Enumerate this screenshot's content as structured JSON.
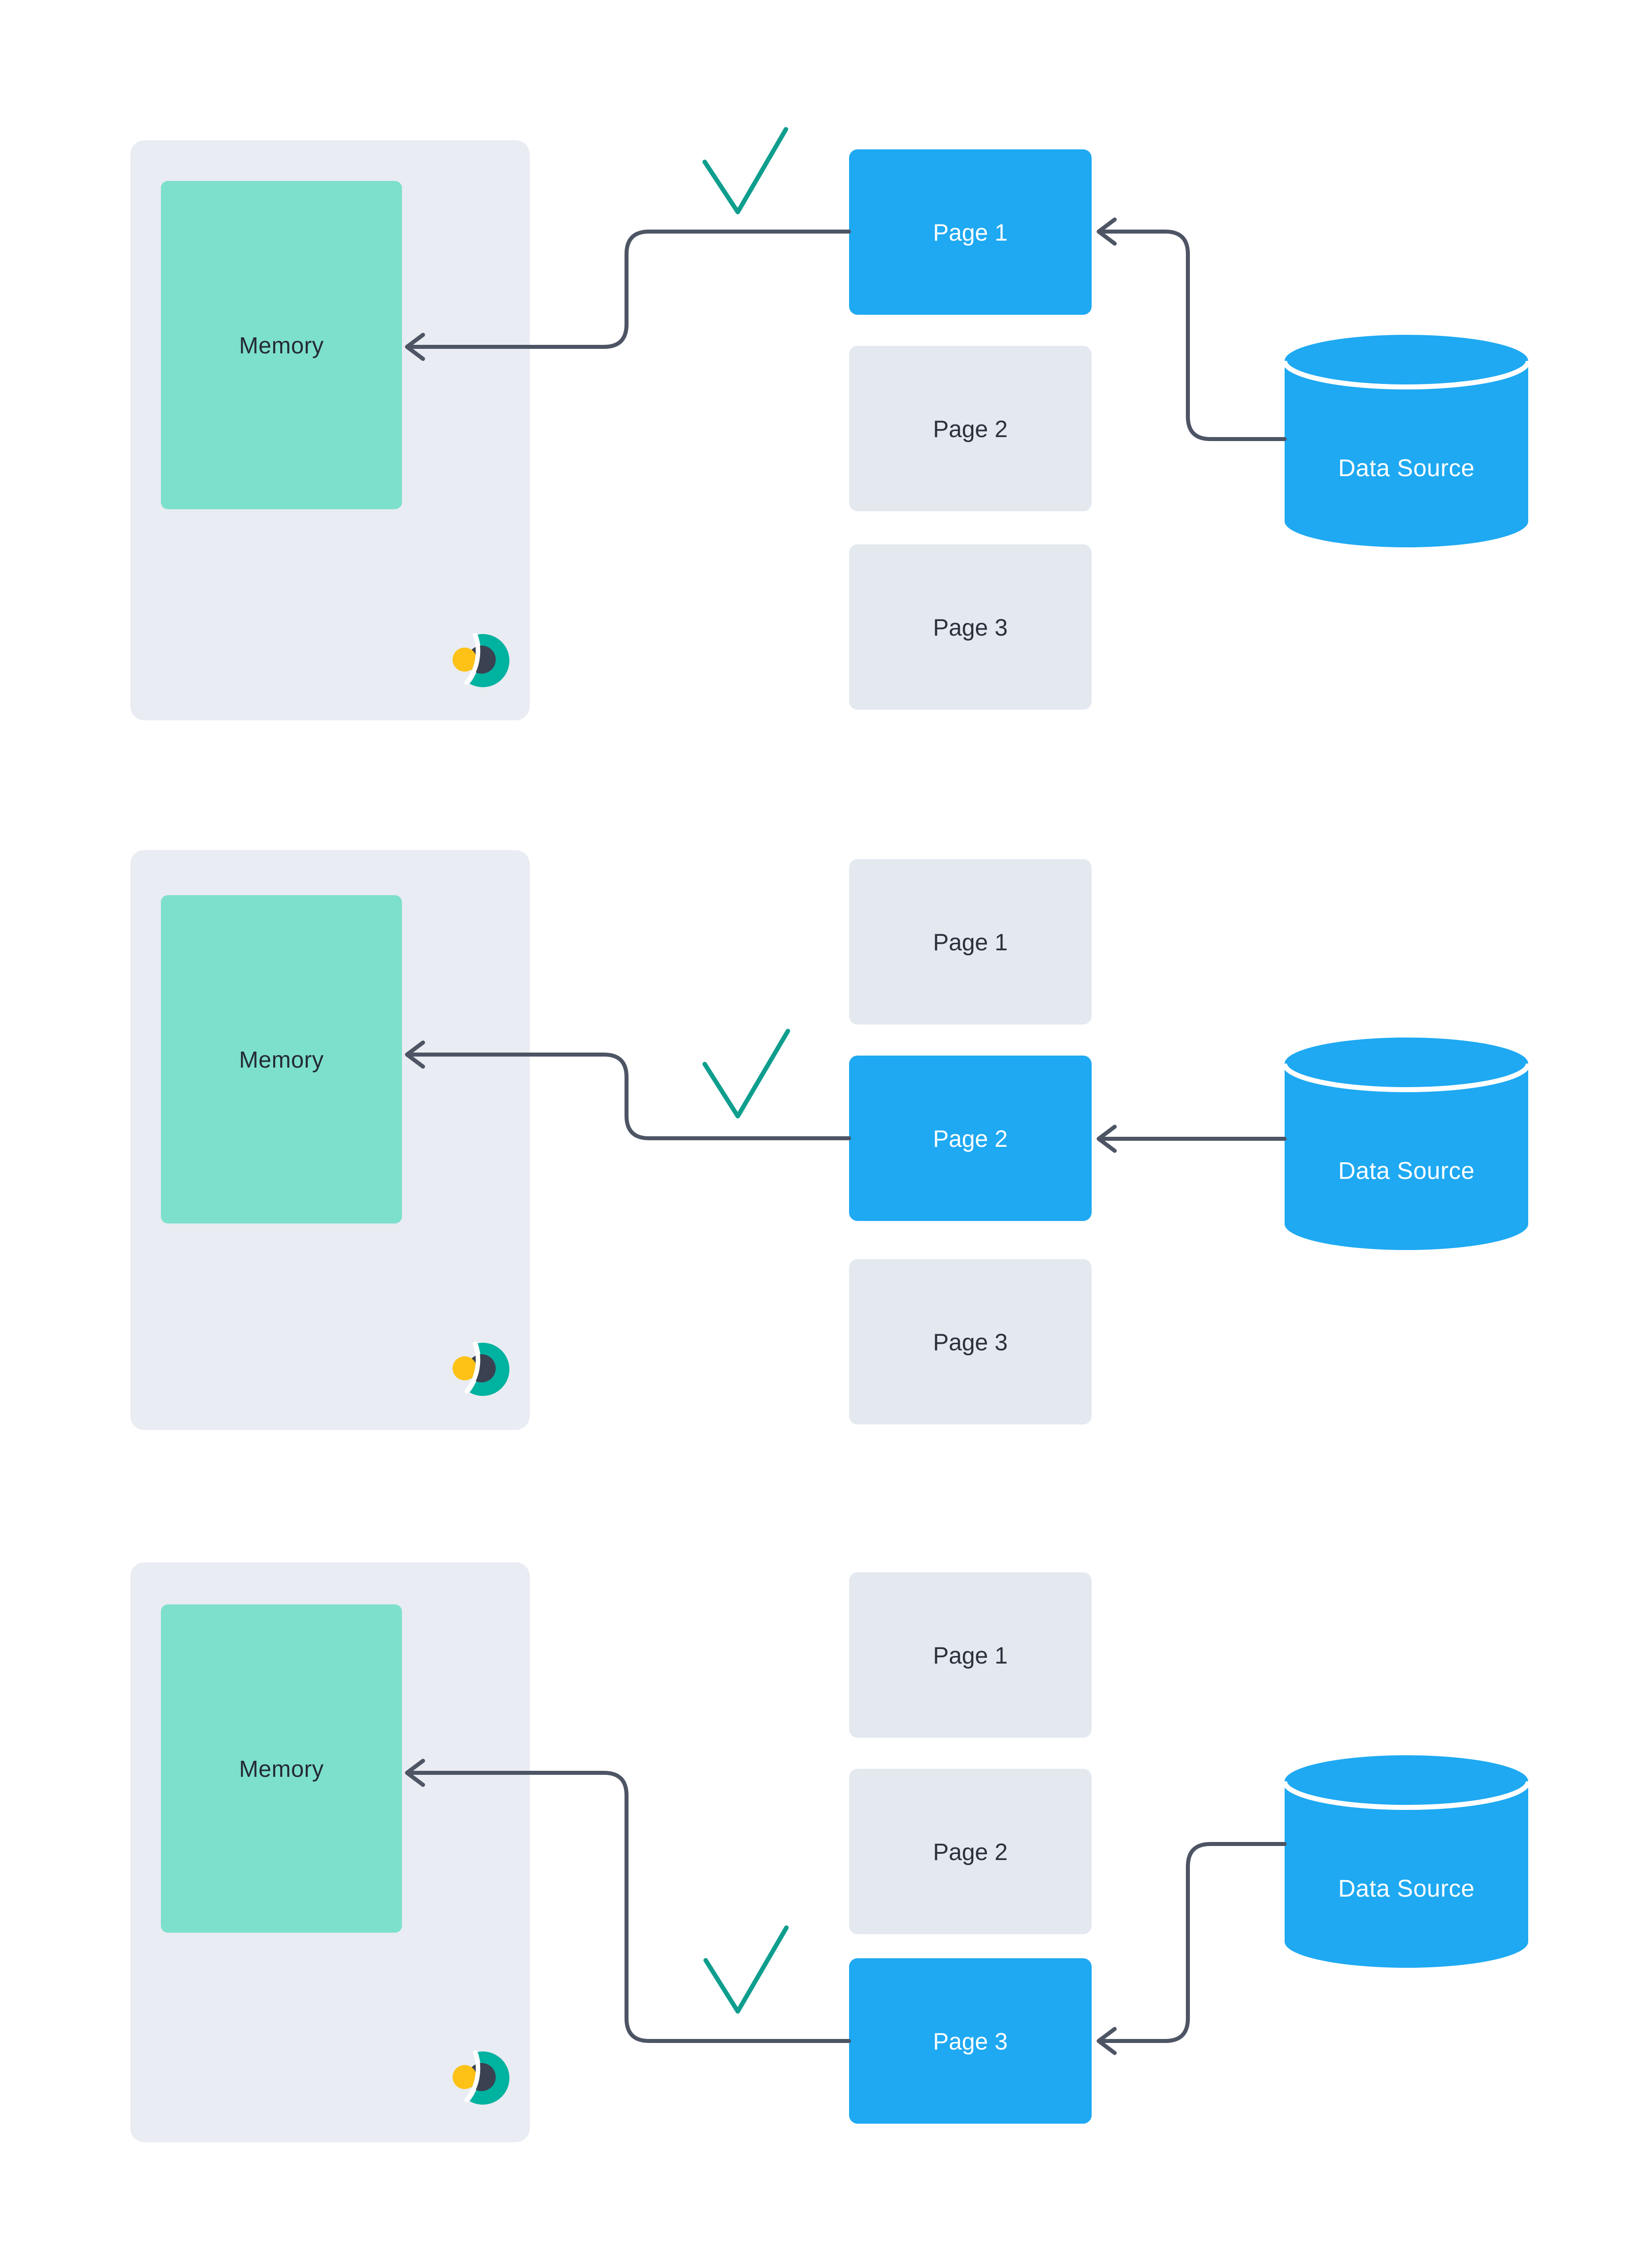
{
  "rows": [
    {
      "memory_label": "Memory",
      "pages": [
        {
          "label": "Page 1",
          "state": "selected"
        },
        {
          "label": "Page 2",
          "state": "normal"
        },
        {
          "label": "Page 3",
          "state": "normal"
        }
      ],
      "datasource_label": "Data Source",
      "annotation": "checkmark"
    },
    {
      "memory_label": "Memory",
      "pages": [
        {
          "label": "Page 1",
          "state": "normal"
        },
        {
          "label": "Page 2",
          "state": "selected"
        },
        {
          "label": "Page 3",
          "state": "normal"
        }
      ],
      "datasource_label": "Data Source",
      "annotation": "checkmark"
    },
    {
      "memory_label": "Memory",
      "pages": [
        {
          "label": "Page 1",
          "state": "normal"
        },
        {
          "label": "Page 2",
          "state": "normal"
        },
        {
          "label": "Page 3",
          "state": "selected"
        }
      ],
      "datasource_label": "Data Source",
      "annotation": "checkmark"
    }
  ],
  "colors": {
    "background": "#ffffff",
    "panel_gray": "#e9ecf2",
    "page_gray": "#e4e9f0",
    "highlight_blue": "#1ea9f2",
    "memory_teal": "#7de0cc",
    "connector_gray": "#4d5565",
    "checkmark_teal": "#0f9e8e",
    "dark_text": "#2b313b",
    "logo_teal": "#00b2a0",
    "logo_navy": "#3a4150",
    "logo_yellow": "#fdc215"
  }
}
